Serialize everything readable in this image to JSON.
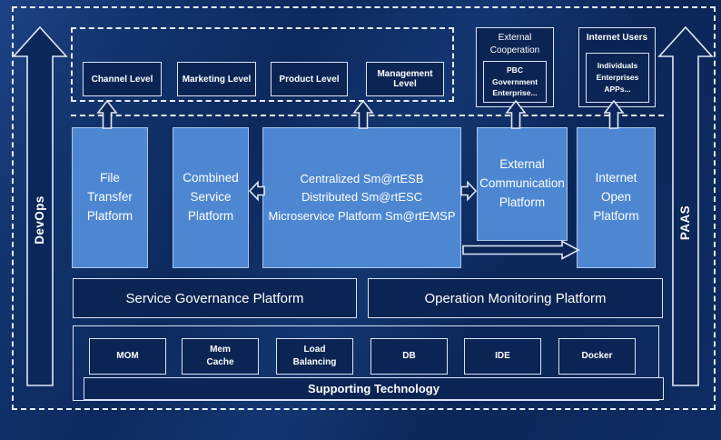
{
  "side_arrows": {
    "left_label": "DevOps",
    "right_label": "PAAS"
  },
  "top_row": {
    "levels": [
      {
        "label": "Channel Level"
      },
      {
        "label": "Marketing Level"
      },
      {
        "label": "Product Level"
      },
      {
        "label": "Management Level"
      }
    ],
    "external_cooperation": {
      "title": "External\nCooperation",
      "content": "PBC Government\nEnterprise..."
    },
    "internet_users": {
      "title": "Internet Users",
      "content": "Individuals\nEnterprises\nAPPs..."
    }
  },
  "platforms": [
    {
      "label": "File\nTransfer\nPlatform"
    },
    {
      "label": "Combined\nService\nPlatform"
    },
    {
      "label": "Centralized Sm@rtESB\nDistributed Sm@rtESC\nMicroservice Platform Sm@rtEMSP"
    },
    {
      "label": "External\nCommunication\nPlatform"
    },
    {
      "label": "Internet\nOpen\nPlatform"
    }
  ],
  "governance_row": [
    {
      "label": "Service Governance Platform"
    },
    {
      "label": "Operation Monitoring Platform"
    }
  ],
  "supporting": {
    "technologies": [
      {
        "label": "MOM"
      },
      {
        "label": "Mem\nCache"
      },
      {
        "label": "Load\nBalancing"
      },
      {
        "label": "DB"
      },
      {
        "label": "IDE"
      },
      {
        "label": "Docker"
      }
    ],
    "bar_label": "Supporting Technology"
  },
  "colors": {
    "background": "#0d2a5e",
    "dark_box_fill": "#0a2454",
    "light_box_fill": "#4d87d2",
    "light_box_border": "#a9c7ec",
    "line_color": "#e7eefb"
  }
}
